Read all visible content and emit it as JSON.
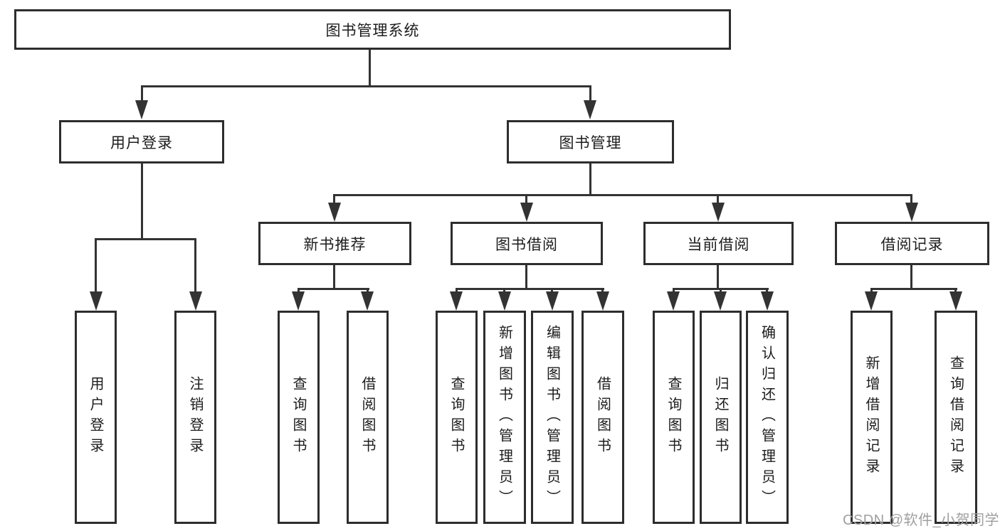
{
  "diagram": {
    "root": {
      "label": "图书管理系统"
    },
    "branches": [
      {
        "label": "用户登录",
        "children": [
          {
            "label": "用户登录"
          },
          {
            "label": "注销登录"
          }
        ]
      },
      {
        "label": "图书管理",
        "children": [
          {
            "label": "新书推荐",
            "children": [
              {
                "label": "查询图书"
              },
              {
                "label": "借阅图书"
              }
            ]
          },
          {
            "label": "图书借阅",
            "children": [
              {
                "label": "查询图书"
              },
              {
                "label": "新增图书（管理员）"
              },
              {
                "label": "编辑图书（管理员）"
              },
              {
                "label": "借阅图书"
              }
            ]
          },
          {
            "label": "当前借阅",
            "children": [
              {
                "label": "查询图书"
              },
              {
                "label": "归还图书"
              },
              {
                "label": "确认归还（管理员）"
              }
            ]
          },
          {
            "label": "借阅记录",
            "children": [
              {
                "label": "新增借阅记录"
              },
              {
                "label": "查询借阅记录"
              }
            ]
          }
        ]
      }
    ],
    "watermark": "CSDN @软件_小贺同学",
    "colors": {
      "box_border": "#2d2d2d",
      "line": "#333333",
      "text": "#1c1c1c",
      "watermark": "#9f9f9f",
      "background": "#ffffff"
    }
  }
}
